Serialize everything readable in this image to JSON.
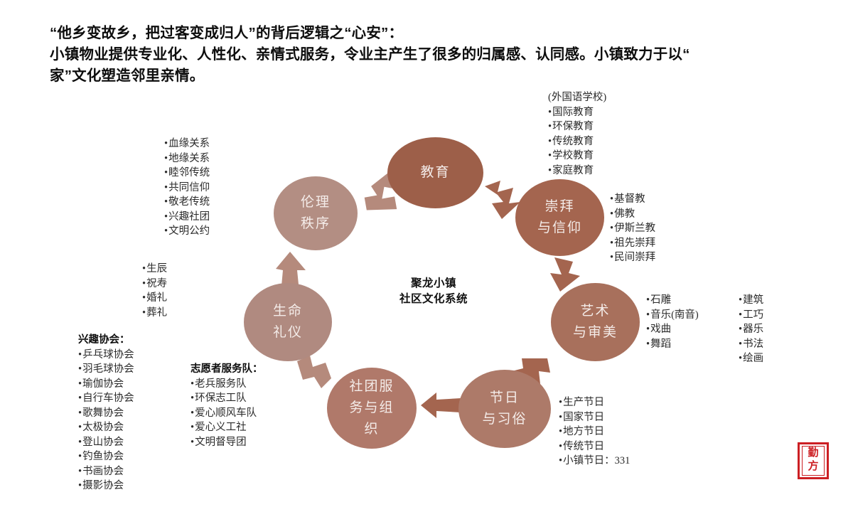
{
  "heading": {
    "line1": "“他乡变故乡，把过客变成归人”的背后逻辑之“心安”：",
    "line2": "小镇物业提供专业化、人性化、亲情式服务，令业主产生了很多的归属感、认同感。小镇致力于以“",
    "line3": "家”文化塑造邻里亲情。"
  },
  "center": {
    "line1": "聚龙小镇",
    "line2": "社区文化系统"
  },
  "nodes": [
    {
      "key": "ethics",
      "label": "伦理\n秩序",
      "color": "#b38e83"
    },
    {
      "key": "education",
      "label": "教育",
      "color": "#9d5f49"
    },
    {
      "key": "faith",
      "label": "崇拜\n与信仰",
      "color": "#a4654f"
    },
    {
      "key": "art",
      "label": "艺术\n与审美",
      "color": "#a8705c"
    },
    {
      "key": "festival",
      "label": "节日\n与习俗",
      "color": "#ad7a69"
    },
    {
      "key": "org",
      "label": "社团服\n务与组\n织",
      "color": "#b0796a"
    },
    {
      "key": "life",
      "label": "生命\n礼仪",
      "color": "#b08a80"
    }
  ],
  "annotations": {
    "education": {
      "head": "(外国语学校)",
      "items": [
        "国际教育",
        "环保教育",
        "传统教育",
        "学校教育",
        "家庭教育"
      ]
    },
    "faith": {
      "items": [
        "基督教",
        "佛教",
        "伊斯兰教",
        "祖先崇拜",
        "民间崇拜"
      ]
    },
    "art_col1": {
      "items": [
        "石雕",
        "音乐(南音)",
        "戏曲",
        "舞蹈"
      ]
    },
    "art_col2": {
      "items": [
        "建筑",
        "工巧",
        "器乐",
        "书法",
        "绘画"
      ]
    },
    "festival": {
      "items": [
        "生产节日",
        "国家节日",
        "地方节日",
        "传统节日",
        "小镇节日：331"
      ]
    },
    "volunteer": {
      "title": "志愿者服务队：",
      "items": [
        "老兵服务队",
        "环保志工队",
        "爱心顺风车队",
        "爱心义工社",
        "文明督导团"
      ]
    },
    "hobby": {
      "title": "兴趣协会：",
      "items": [
        "乒乓球协会",
        "羽毛球协会",
        "瑜伽协会",
        "自行车协会",
        "歌舞协会",
        "太极协会",
        "登山协会",
        "钓鱼协会",
        "书画协会",
        "摄影协会"
      ]
    },
    "life": {
      "items": [
        "生辰",
        "祝寿",
        "婚礼",
        "葬礼"
      ]
    },
    "ethics": {
      "items": [
        "血缘关系",
        "地缘关系",
        "睦邻传统",
        "共同信仰",
        "敬老传统",
        "兴趣社团",
        "文明公约"
      ]
    }
  },
  "seal": {
    "char1": "勤",
    "char2": "方",
    "color": "#cc1f23"
  },
  "colors": {
    "arrow_dark": "#a4654f",
    "arrow_light": "#b58a7c",
    "text_on_node": "#f4ece9"
  }
}
